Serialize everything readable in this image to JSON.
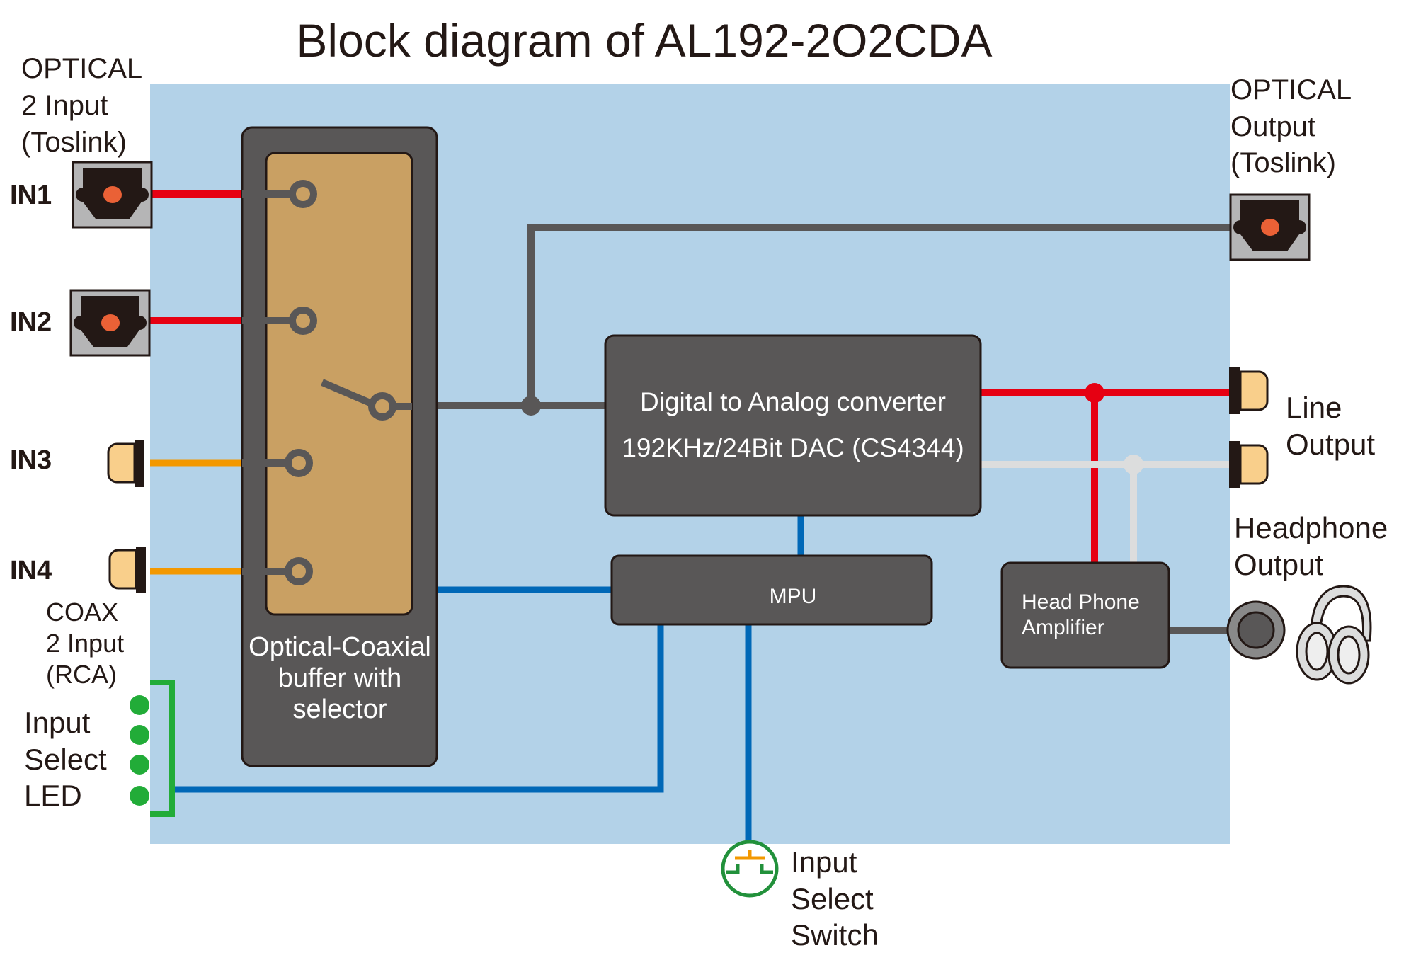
{
  "title": "Block diagram of AL192-2O2CDA",
  "colors": {
    "panel": "#b3d2e8",
    "block": "#595757",
    "selector_inner": "#c9a063",
    "optical_line": "#e60012",
    "coax_line": "#f39800",
    "digital_line": "#595757",
    "control_line": "#0068b7",
    "right_channel": "#e60012",
    "left_channel": "#dcdddd",
    "led": "#22ac38",
    "rca_body": "#f9cf8b"
  },
  "inputs": {
    "optical_label": [
      "OPTICAL",
      "2 Input",
      "(Toslink)"
    ],
    "coax_label": [
      "COAX",
      "2 Input",
      "(RCA)"
    ],
    "ports": [
      {
        "id": "IN1",
        "type": "optical"
      },
      {
        "id": "IN2",
        "type": "optical"
      },
      {
        "id": "IN3",
        "type": "coax"
      },
      {
        "id": "IN4",
        "type": "coax"
      }
    ]
  },
  "blocks": {
    "selector": [
      "Optical-Coaxial",
      "buffer with",
      "selector"
    ],
    "dac": [
      "Digital to Analog converter",
      "192KHz/24Bit DAC (CS4344)"
    ],
    "mpu": "MPU",
    "hp_amp": [
      "Head Phone",
      "Amplifier"
    ]
  },
  "outputs": {
    "optical_label": [
      "OPTICAL",
      "Output",
      "(Toslink)"
    ],
    "line_label": [
      "Line",
      "Output"
    ],
    "headphone_label": [
      "Headphone",
      "Output"
    ]
  },
  "controls": {
    "led_label": [
      "Input",
      "Select",
      "LED"
    ],
    "led_count": 4,
    "switch_label": [
      "Input",
      "Select",
      "Switch"
    ]
  },
  "icons": {
    "optical_jack": "toslink-jack-icon",
    "rca_jack": "rca-jack-icon",
    "headphone_jack": "headphone-jack-icon",
    "headphones": "headphones-icon",
    "push_switch": "push-switch-icon",
    "led": "led-icon"
  }
}
